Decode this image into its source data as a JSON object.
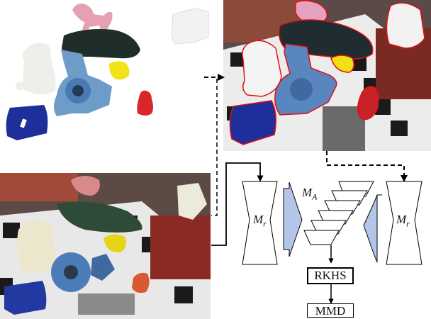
{
  "figure": {
    "panels": [
      {
        "id": "rendered-objects",
        "description": "Synthetic rendering of isolated objects on white background"
      },
      {
        "id": "segmented-real",
        "description": "Real image with red object contour overlays"
      },
      {
        "id": "real-scene",
        "description": "Real cluttered scene on marker board"
      }
    ],
    "network": {
      "encoder_left_label_main": "M",
      "encoder_left_label_sub": "r",
      "encoder_right_label_main": "M",
      "encoder_right_label_sub": "r",
      "adapter_label_main": "M",
      "adapter_label_sub": "A",
      "rkhs_label": "RKHS",
      "mmd_label": "MMD"
    },
    "colors": {
      "adapter_fill": "#b4c6e7",
      "contour": "#e01010",
      "line": "#000000"
    }
  }
}
